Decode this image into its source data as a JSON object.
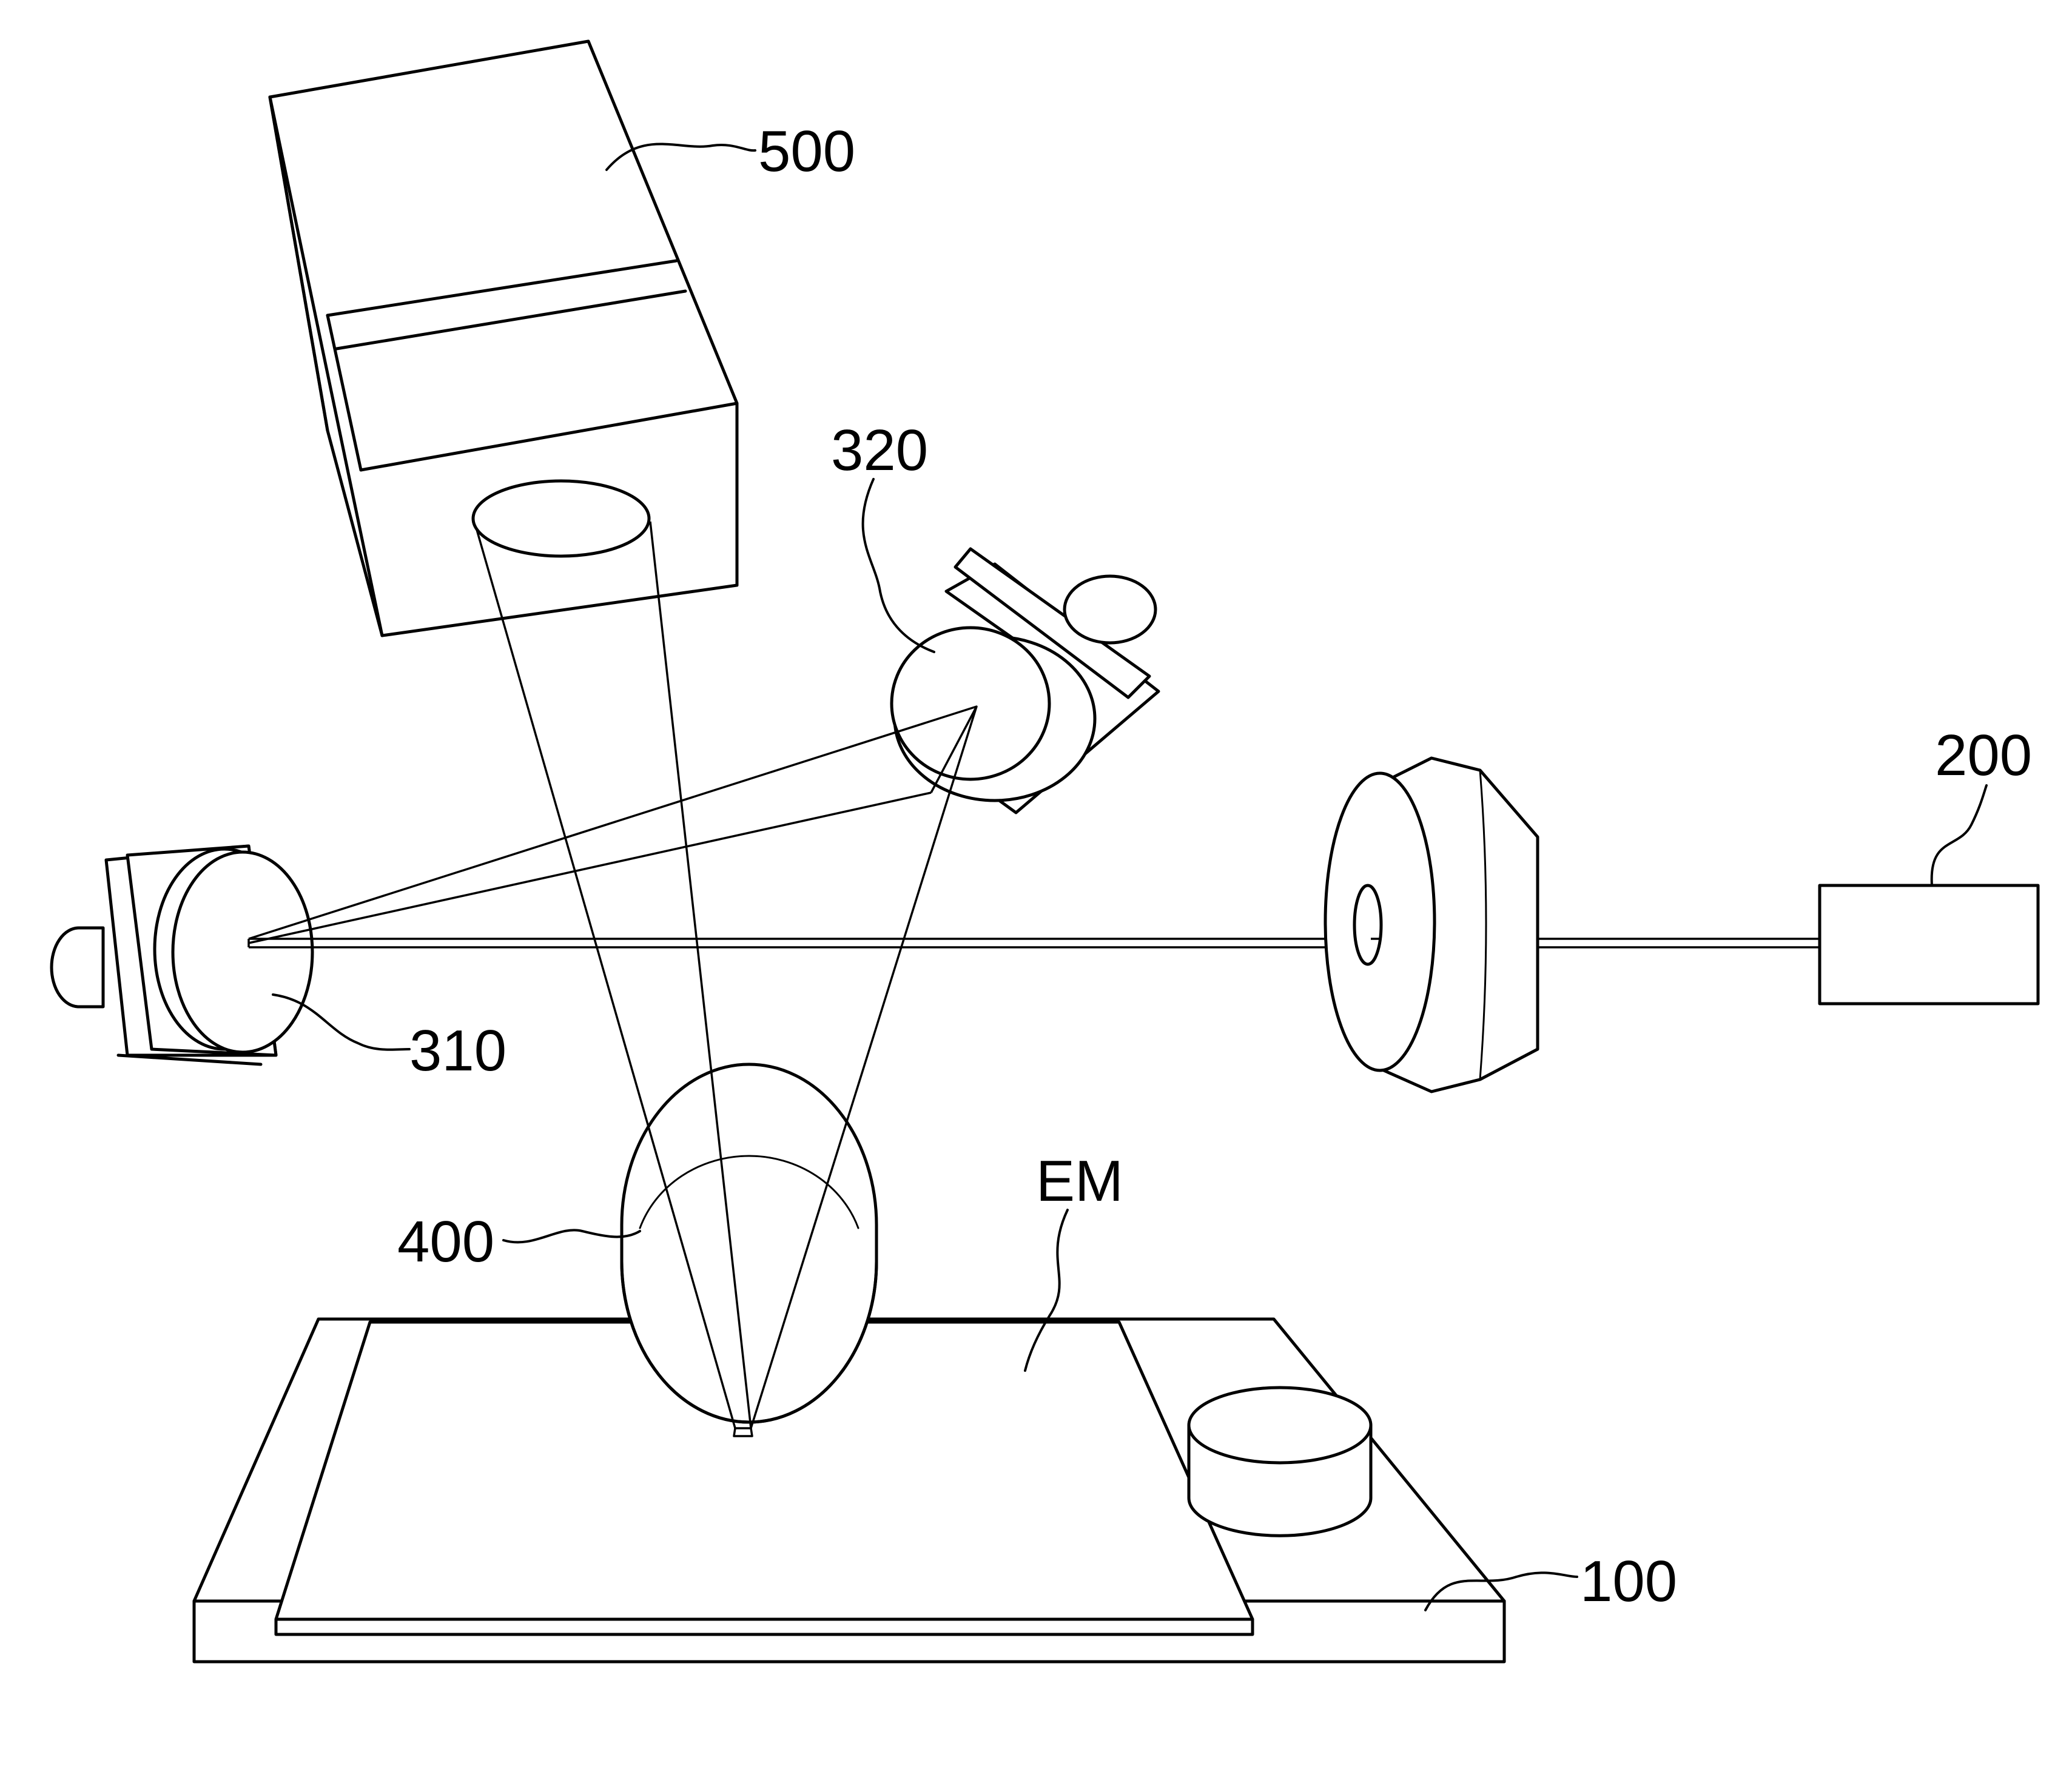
{
  "labels": {
    "l500": "500",
    "l320": "320",
    "l200": "200",
    "l310": "310",
    "lEM": "EM",
    "l400": "400",
    "l100": "100"
  }
}
